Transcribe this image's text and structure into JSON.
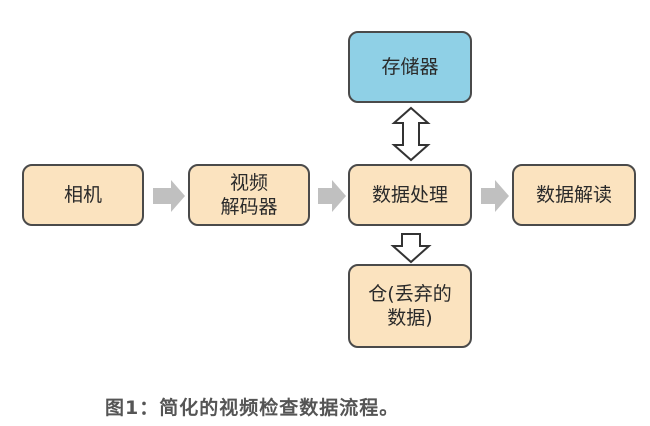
{
  "nodes": {
    "camera": "相机",
    "decoder": "视频\n解码器",
    "processing": "数据处理",
    "storage": "存储器",
    "interpretation": "数据解读",
    "discard": "仓(丢弃的\n数据)"
  },
  "caption": "图1：简化的视频检查数据流程。",
  "colors": {
    "node_fill": "#fbe3bf",
    "storage_fill": "#8fd0e6",
    "arrow_fill": "#c0c0c0",
    "border": "#4a4a4a"
  }
}
